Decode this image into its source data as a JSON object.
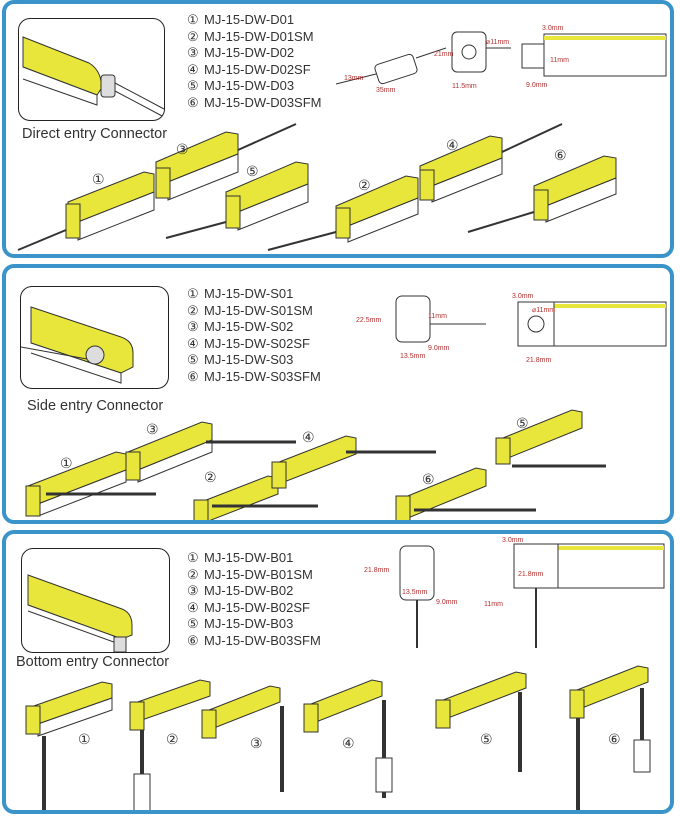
{
  "sections": [
    {
      "caption": "Direct entry Connector",
      "models": [
        {
          "n": "①",
          "code": "MJ-15-DW-D01"
        },
        {
          "n": "②",
          "code": "MJ-15-DW-D01SM"
        },
        {
          "n": "③",
          "code": "MJ-15-DW-D02"
        },
        {
          "n": "④",
          "code": "MJ-15-DW-D02SF"
        },
        {
          "n": "⑤",
          "code": "MJ-15-DW-D03"
        },
        {
          "n": "⑥",
          "code": "MJ-15-DW-D03SFM"
        }
      ],
      "dims": {
        "a": "13mm",
        "b": "35mm",
        "c": "21mm",
        "d": "11.5mm",
        "e": "⌀11mm",
        "f": "3.0mm",
        "g": "11mm",
        "h": "9.0mm"
      }
    },
    {
      "caption": "Side entry Connector",
      "models": [
        {
          "n": "①",
          "code": "MJ-15-DW-S01"
        },
        {
          "n": "②",
          "code": "MJ-15-DW-S01SM"
        },
        {
          "n": "③",
          "code": "MJ-15-DW-S02"
        },
        {
          "n": "④",
          "code": "MJ-15-DW-S02SF"
        },
        {
          "n": "⑤",
          "code": "MJ-15-DW-S03"
        },
        {
          "n": "⑥",
          "code": "MJ-15-DW-S03SFM"
        }
      ],
      "dims": {
        "a": "22.5mm",
        "b": "11mm",
        "c": "9.0mm",
        "d": "13.5mm",
        "e": "3.0mm",
        "f": "⌀11mm",
        "g": "21.8mm"
      }
    },
    {
      "caption": "Bottom entry Connector",
      "models": [
        {
          "n": "①",
          "code": "MJ-15-DW-B01"
        },
        {
          "n": "②",
          "code": "MJ-15-DW-B01SM"
        },
        {
          "n": "③",
          "code": "MJ-15-DW-B02"
        },
        {
          "n": "④",
          "code": "MJ-15-DW-B02SF"
        },
        {
          "n": "⑤",
          "code": "MJ-15-DW-B03"
        },
        {
          "n": "⑥",
          "code": "MJ-15-DW-B03SFM"
        }
      ],
      "dims": {
        "a": "21.8mm",
        "b": "13.5mm",
        "c": "9.0mm",
        "d": "3.0mm",
        "e": "21.8mm",
        "f": "11mm"
      }
    }
  ],
  "colors": {
    "frame": "#3a93c9",
    "neon": "#e8e63a",
    "neon_dark": "#b9b42a",
    "body": "#ffffff",
    "dim": "#b53030"
  }
}
